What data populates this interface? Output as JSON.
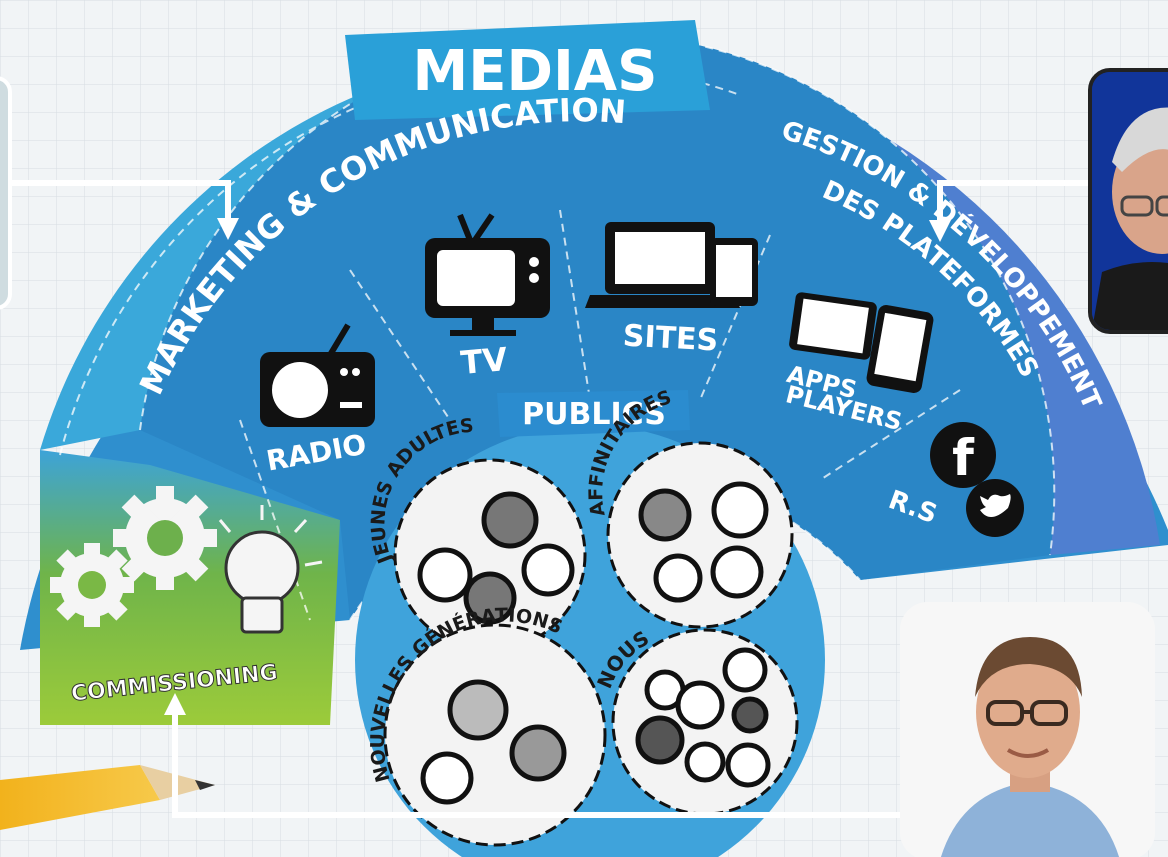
{
  "title": "MEDIAS",
  "segments": {
    "marketing": "MARKETING & COMMUNICATION",
    "gestion_line1": "GESTION & DÉVELOPPEMENT",
    "gestion_line2": "DES PLATEFORMES",
    "commissioning": "COMMISSIONING"
  },
  "media": {
    "radio": "RADIO",
    "tv": "TV",
    "sites": "SITES",
    "apps_line1": "APPS",
    "apps_line2": "PLAYERS",
    "rs": "R.S"
  },
  "publics": {
    "title": "PUBLICS",
    "groups": [
      {
        "label": "JEUNES ADULTES"
      },
      {
        "label": "AFFINITAIRES"
      },
      {
        "label": "NOUVELLES GÉNÉRATIONS"
      },
      {
        "label": "NOUS"
      }
    ]
  },
  "social_icons": [
    "facebook-icon",
    "twitter-icon"
  ],
  "colors": {
    "outer_band": "#2f8fce",
    "marketing_band": "#3aa8da",
    "media_band": "#2a86c6",
    "gestion_band": "#4f7fd0",
    "commissioning": "#8fc23e",
    "publics_circle": "#3fa3db",
    "connector": "#ffffff"
  }
}
